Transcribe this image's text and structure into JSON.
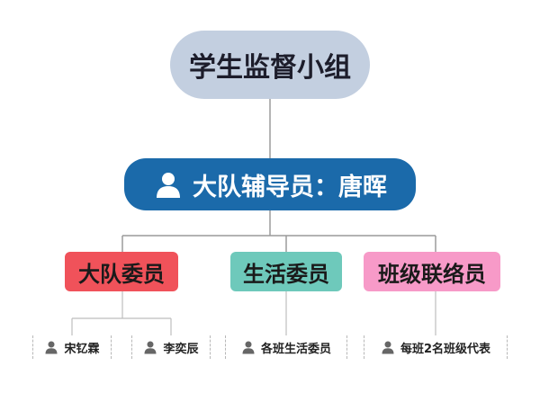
{
  "top": {
    "label": "学生监督小组"
  },
  "mid": {
    "label": "大队辅导员：唐晖",
    "icon": "person-icon"
  },
  "categories": [
    {
      "label": "大队委员",
      "color": "#f0525a"
    },
    {
      "label": "生活委员",
      "color": "#6ec9bb"
    },
    {
      "label": "班级联络员",
      "color": "#f79ac8"
    }
  ],
  "members": [
    {
      "label": "宋钇霖",
      "icon": "person-icon"
    },
    {
      "label": "李奕辰",
      "icon": "person-icon"
    },
    {
      "label": "各班生活委员",
      "icon": "person-icon"
    },
    {
      "label": "每班2名班级代表",
      "icon": "person-icon"
    }
  ]
}
